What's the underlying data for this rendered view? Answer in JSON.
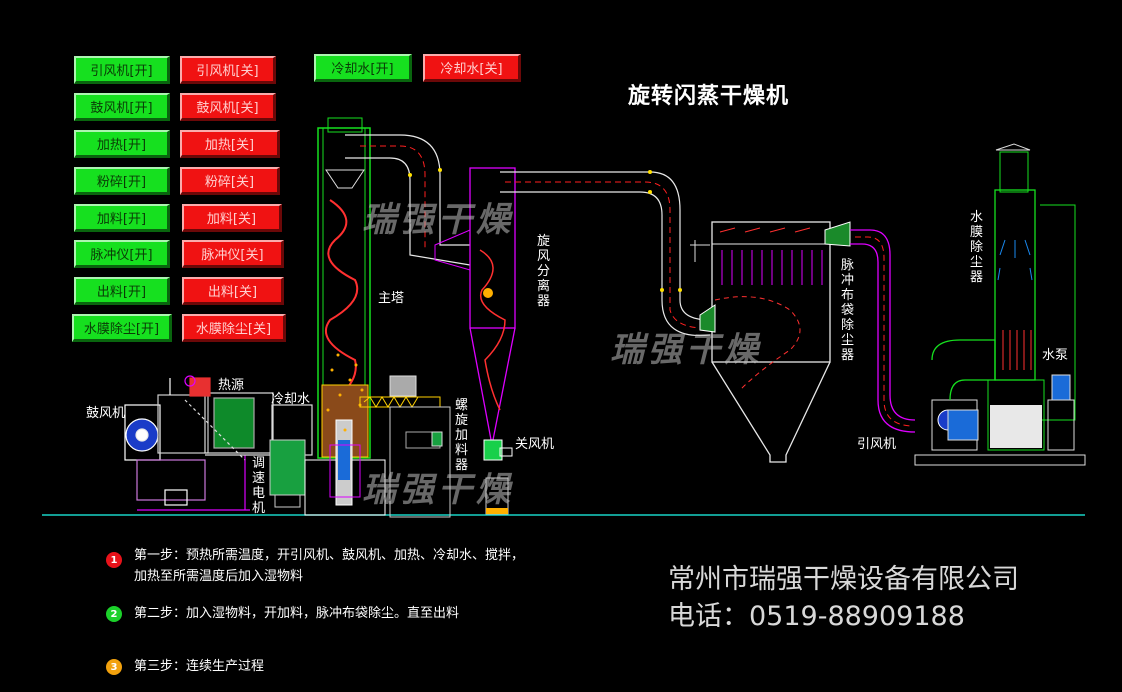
{
  "title": "旋转闪蒸干燥机",
  "buttons": {
    "induced_fan_on": "引风机[开]",
    "induced_fan_off": "引风机[关]",
    "blower_on": "鼓风机[开]",
    "blower_off": "鼓风机[关]",
    "heat_on": "加热[开]",
    "heat_off": "加热[关]",
    "crush_on": "粉碎[开]",
    "crush_off": "粉碎[关]",
    "feed_on": "加料[开]",
    "feed_off": "加料[关]",
    "pulse_on": "脉冲仪[开]",
    "pulse_off": "脉冲仪[关]",
    "discharge_on": "出料[开]",
    "discharge_off": "出料[关]",
    "scrubber_on": "水膜除尘[开]",
    "scrubber_off": "水膜除尘[关]",
    "cooling_on": "冷却水[开]",
    "cooling_off": "冷却水[关]"
  },
  "labels": {
    "blower": "鼓风机",
    "heat_source": "热源",
    "cooling_water": "冷却水",
    "main_tower": "主塔",
    "speed_motor": "调速电机",
    "screw_feeder": "螺旋加料器",
    "cyclone": "旋风分离器",
    "close_fan": "关风机",
    "bag_filter": "脉冲布袋除尘器",
    "induced_fan": "引风机",
    "scrubber": "水膜除尘器",
    "pump": "水泵"
  },
  "watermark": "瑞强干燥",
  "steps": [
    {
      "num": "1",
      "color": "#e8121a",
      "text": "第一步：预热所需温度，开引风机、鼓风机、加热、冷却水、搅拌，",
      "text2": "加热至所需温度后加入湿物料"
    },
    {
      "num": "2",
      "color": "#1bd12a",
      "text": "第二步：加入湿物料，开加料，脉冲布袋除尘。直至出料"
    },
    {
      "num": "3",
      "color": "#f2a10d",
      "text": "第三步：连续生产过程"
    }
  ],
  "company": {
    "name": "常州市瑞强干燥设备有限公司",
    "phone": "电话：0519-88909188"
  }
}
